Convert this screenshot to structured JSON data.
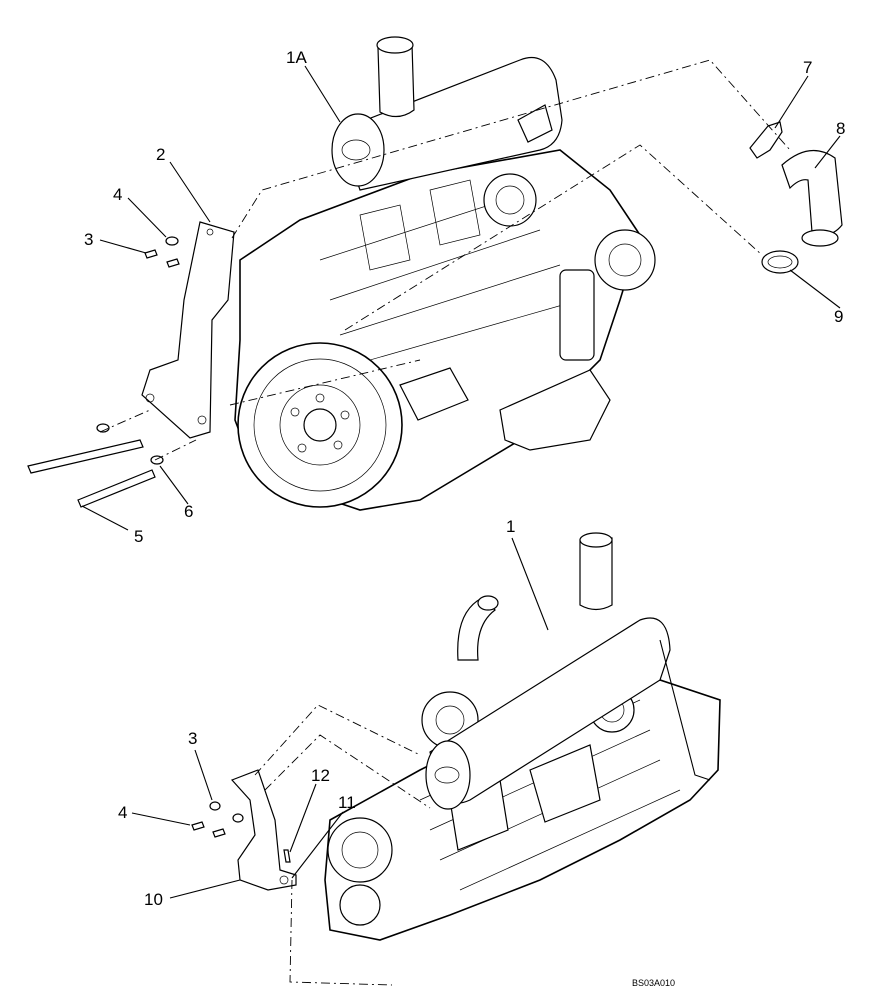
{
  "callouts": {
    "c1A": "1A",
    "c2": "2",
    "c3_top": "3",
    "c4_top": "4",
    "c5": "5",
    "c6": "6",
    "c7": "7",
    "c8": "8",
    "c9": "9",
    "c1": "1",
    "c3_bottom": "3",
    "c4_bottom": "4",
    "c10": "10",
    "c11": "11",
    "c12": "12"
  },
  "drawing_code": "BS03A010"
}
